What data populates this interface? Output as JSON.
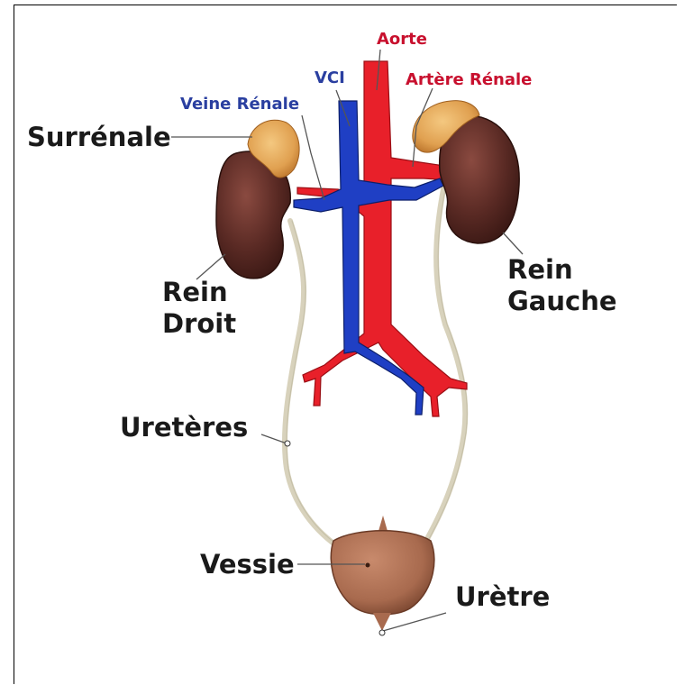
{
  "labels": {
    "aorte": "Aorte",
    "vci": "VCI",
    "artere_renale": "Artère Rénale",
    "veine_renale": "Veine Rénale",
    "surrenale": "Surrénale",
    "rein_droit_1": "Rein",
    "rein_droit_2": "Droit",
    "rein_gauche_1": "Rein",
    "rein_gauche_2": "Gauche",
    "ureteres": "Uretères",
    "vessie": "Vessie",
    "uretre": "Urètre"
  },
  "colors": {
    "artery": "#e8202a",
    "vein": "#1f3fc4",
    "kidney": "#5a2a24",
    "adrenal": "#e0a050",
    "ureter": "#d8d2bc",
    "bladder": "#a86a4e",
    "red_label": "#c8102e",
    "blue_label": "#2a3fa0"
  }
}
